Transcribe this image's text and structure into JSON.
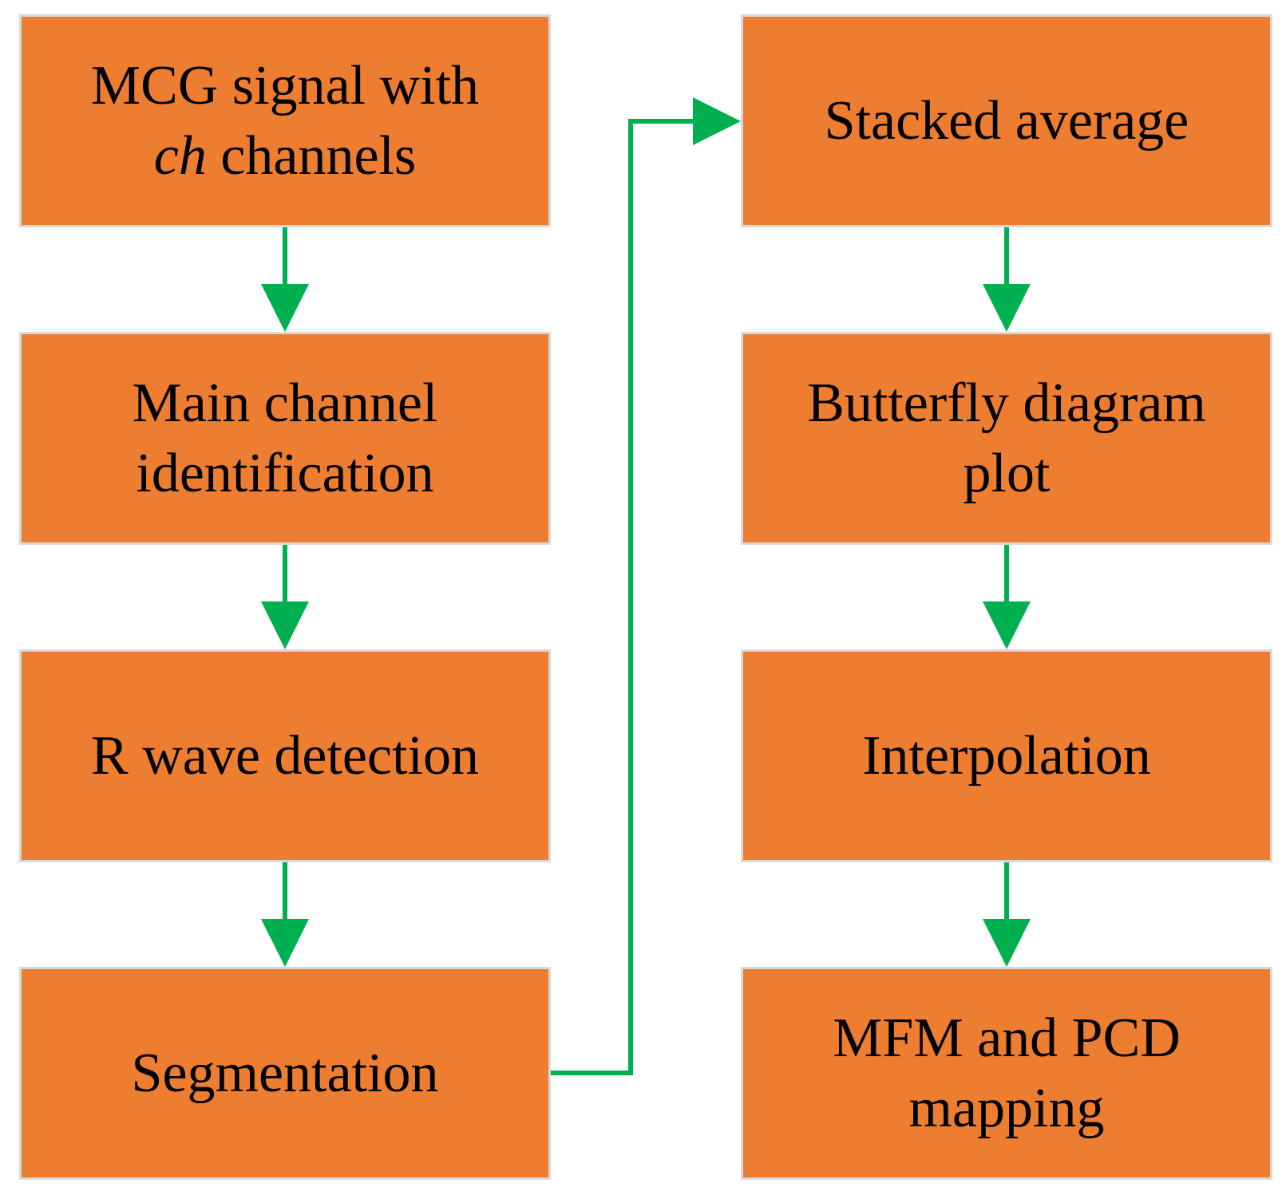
{
  "colors": {
    "box_fill": "#ED7D31",
    "box_border": "#D9D9D9",
    "arrow": "#00B050",
    "text": "#000000"
  },
  "steps": {
    "mcg_line1": "MCG signal with",
    "mcg_ch": "ch",
    "mcg_line2_rest": " channels",
    "main_channel_line1": "Main channel",
    "main_channel_line2": "identification",
    "r_wave": "R wave detection",
    "segmentation": "Segmentation",
    "stacked_average": "Stacked average",
    "butterfly_line1": "Butterfly diagram",
    "butterfly_line2": "plot",
    "interpolation": "Interpolation",
    "mfm_line1": "MFM and PCD",
    "mfm_line2": "mapping"
  }
}
